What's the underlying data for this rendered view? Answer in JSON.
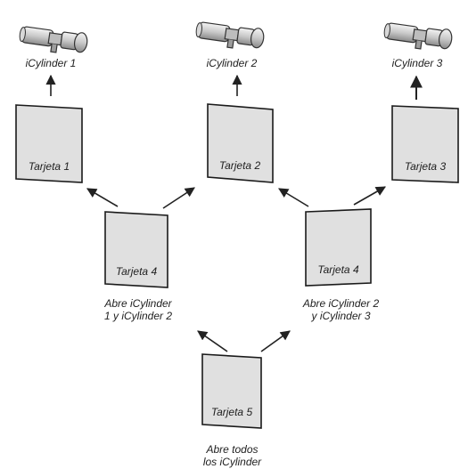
{
  "cylinders": [
    {
      "label": "iCylinder 1"
    },
    {
      "label": "iCylinder 2"
    },
    {
      "label": "iCylinder 3"
    }
  ],
  "cards": [
    {
      "label": "Tarjeta 1"
    },
    {
      "label": "Tarjeta 2"
    },
    {
      "label": "Tarjeta 3"
    },
    {
      "label": "Tarjeta 4",
      "caption": [
        "Abre iCylinder",
        "1 y iCylinder 2"
      ]
    },
    {
      "label": "Tarjeta 4",
      "caption": [
        "Abre iCylinder 2",
        "y iCylinder 3"
      ]
    },
    {
      "label": "Tarjeta 5",
      "caption": [
        "Abre todos",
        "los iCylinder"
      ]
    }
  ],
  "colors": {
    "card_fill": "#e0e0e0",
    "card_border": "#1a1a1a",
    "arrow": "#222222",
    "text": "#1e1e1e"
  },
  "icons": {
    "cylinder": "lock-cylinder-icon"
  }
}
